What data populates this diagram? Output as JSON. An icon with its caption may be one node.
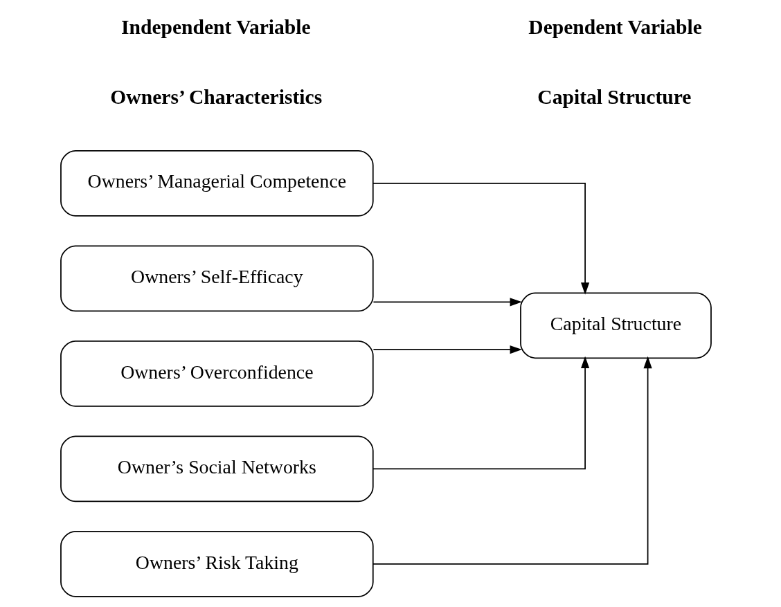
{
  "diagram": {
    "nodes": [
      {
        "text": [
          "Owners’ Managerial Competence"
        ]
      },
      {
        "text": [
          "Owners’ Self-Efficacy"
        ]
      },
      {
        "text": [
          "Owners’ Overconfidence"
        ]
      },
      {
        "text": [
          "Owner’s Social Networks"
        ]
      },
      {
        "text": [
          "Owners’ Risk Taking"
        ]
      },
      {
        "text": [
          "Capital Structure"
        ]
      }
    ],
    "edges": [
      {
        "from": 0,
        "to": 5,
        "arrow": "to"
      },
      {
        "from": 1,
        "to": 5,
        "arrow": "to"
      },
      {
        "from": 2,
        "to": 5,
        "arrow": "to"
      },
      {
        "from": 3,
        "to": 5,
        "arrow": "to"
      },
      {
        "from": 4,
        "to": 5,
        "arrow": "to"
      }
    ],
    "labels": [
      "Independent Variable",
      "Dependent Variable",
      "Owners’ Characteristics",
      "Capital Structure"
    ]
  }
}
